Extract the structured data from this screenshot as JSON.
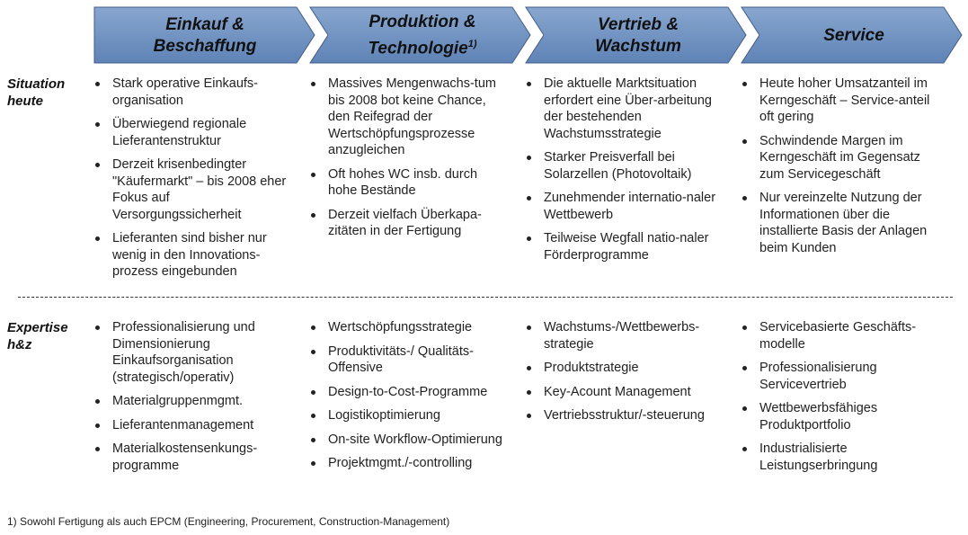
{
  "colors": {
    "chevron_fill": "#6c8fbf",
    "chevron_stroke": "#3f5d8a"
  },
  "headers": [
    {
      "line1": "Einkauf &",
      "line2": "Beschaffung",
      "sup": ""
    },
    {
      "line1": "Produktion &",
      "line2": "Technologie",
      "sup": "1)"
    },
    {
      "line1": "Vertrieb &",
      "line2": "Wachstum",
      "sup": ""
    },
    {
      "line1": "Service",
      "line2": "",
      "sup": ""
    }
  ],
  "rows": {
    "situation": {
      "line1": "Situation",
      "line2": "heute"
    },
    "expertise": {
      "line1": "Expertise",
      "line2": "h&z"
    }
  },
  "situation": [
    [
      "Stark operative Einkaufs-organisation",
      "Überwiegend regionale Lieferantenstruktur",
      "Derzeit krisenbedingter \"Käufermarkt\" – bis 2008 eher Fokus auf Versorgungssicherheit",
      "Lieferanten sind bisher nur wenig in den Innovations-prozess eingebunden"
    ],
    [
      "Massives Mengenwachs-tum bis 2008 bot keine Chance, den Reifegrad der Wertschöpfungsprozesse anzugleichen",
      "Oft hohes WC insb. durch hohe Bestände",
      "Derzeit vielfach Überkapa-zitäten in der Fertigung"
    ],
    [
      "Die aktuelle Marktsituation erfordert eine Über-arbeitung der bestehenden Wachstumsstrategie",
      "Starker Preisverfall bei Solarzellen (Photovoltaik)",
      "Zunehmender internatio-naler Wettbewerb",
      "Teilweise Wegfall natio-naler Förderprogramme"
    ],
    [
      "Heute hoher Umsatzanteil im Kerngeschäft – Service-anteil oft gering",
      "Schwindende Margen im Kerngeschäft im Gegensatz zum Servicegeschäft",
      "Nur vereinzelte Nutzung der Informationen über die installierte Basis der Anlagen beim Kunden"
    ]
  ],
  "expertise": [
    [
      "Professionalisierung und Dimensionierung Einkaufsorganisation (strategisch/operativ)",
      "Materialgruppenmgmt.",
      "Lieferantenmanagement",
      "Materialkostensenkungs-programme"
    ],
    [
      "Wertschöpfungsstrategie",
      "Produktivitäts-/ Qualitäts-Offensive",
      "Design-to-Cost-Programme",
      "Logistikoptimierung",
      "On-site Workflow-Optimierung",
      "Projektmgmt./-controlling"
    ],
    [
      "Wachstums-/Wettbewerbs-strategie",
      "Produktstrategie",
      "Key-Acount Management",
      "Vertriebsstruktur/-steuerung"
    ],
    [
      "Servicebasierte Geschäfts-modelle",
      "Professionalisierung Servicevertrieb",
      "Wettbewerbsfähiges Produktportfolio",
      "Industrialisierte Leistungserbringung"
    ]
  ],
  "footnote": "1) Sowohl Fertigung als auch EPCM (Engineering, Procurement, Construction-Management)"
}
